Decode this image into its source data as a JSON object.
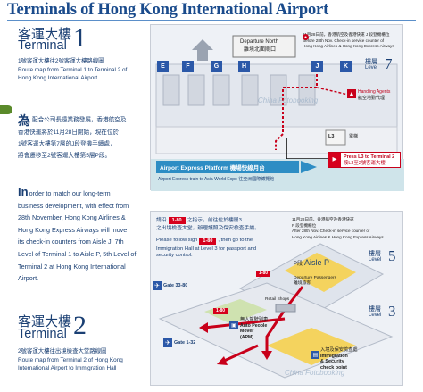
{
  "title": "Terminals of Hong Kong International Airport",
  "t1": {
    "cn_title": "客運大樓",
    "en_title": "Terminal",
    "number": "1",
    "cn_desc": "1號客運大樓往2號客運大樓路線圖",
    "en_desc_1": "Route map from Terminal 1 to Terminal 2 of",
    "en_desc_2": "Hong Kong International Airport"
  },
  "cn_para": {
    "dropcap": "為",
    "lines": [
      "配合公司長遠業務發展，香港航空及",
      "香港快運將於11月28日開始，現在位於",
      "1號客運大樓第7層的J段登機手續處，",
      "將會遷移至2號客運大樓第5層P段。"
    ]
  },
  "en_para": {
    "dropcap": "In",
    "first_rest": " order to match our long-term",
    "lines": [
      "business development, with effect from",
      "28th November, Hong Kong Airlines &",
      "Hong Kong Express Airways will move",
      "its check-in counters from Aisle J, 7th",
      "Level of Terminal 1 to Aisle P, 5th Level of",
      "Terminal 2 at Hong Kong International",
      "Airport."
    ]
  },
  "t2": {
    "cn_title": "客運大樓",
    "en_title": "Terminal",
    "number": "2",
    "cn_desc": "2號客運大樓往出境檢查大堂路線圖",
    "en_desc_1": "Route map from Terminal 2 of Hong Kong",
    "en_desc_2": "International Airport to Immigration Hall"
  },
  "map1": {
    "gates": [
      "E",
      "F",
      "G",
      "H",
      "J",
      "K"
    ],
    "departure_en": "Departure North",
    "departure_cn": "離境北面閘口",
    "note_1": "11月28日前，香港航空及香港快運 J 段登機櫃位",
    "note_2": "Before 28th Nov. Check-in service counter of",
    "note_3": "Hong Kong Airlines & Hong Kong Express Airways",
    "level_cn": "樓層",
    "level_en": "Level",
    "level_num": "7",
    "handling_en": "Handling Agents",
    "handling_cn": "航空地勤代理",
    "watermark": "China Fotobooking",
    "platform_en": "Airport Express Platform",
    "platform_cn": "機場快線月台",
    "platform_sub": "Airport Express train to Asia World Expo 往亞洲國際博覽館",
    "press_en": "Press L3 to Terminal 2",
    "press_cn": "按L3至2號客運大樓",
    "lift_label": "L3",
    "lift_badge": "電梯"
  },
  "map2": {
    "instr_cn_1": "請沿",
    "instr_cn_2": "之指示，前往位於樓層3",
    "instr_cn_3": "之出境檢查大堂，辦理護照及保安檢查手續。",
    "instr_en_1": "Please follow sign",
    "instr_en_2": ", then go to the",
    "instr_en_3": "Immigration Hall at Level 3 for passport and",
    "instr_en_4": "security control.",
    "sign_text": "1-80",
    "note_1": "11月28日前，香港航空及香港快運",
    "note_2": "P 段登機櫃位",
    "note_3": "After 28th Nov. Check-in service counter of",
    "note_4": "Hong Kong Airlines & Hong Kong Express Airways",
    "aisle_p": "Aisle P",
    "aisle_cn": "P段",
    "gate_3380": "Gate 33-80",
    "gate_132": "Gate 1-32",
    "apm_cn": "無人駕駛列車",
    "apm_en_1": "Auto People",
    "apm_en_2": "Mover",
    "apm_en_3": "(APM)",
    "imm_cn": "入境及保安檢查處",
    "imm_en_1": "Immigration",
    "imm_en_2": "& Security",
    "imm_en_3": "check point",
    "pass_en": "Departure Passengers",
    "pass_cn": "離境旅客",
    "retail": "Retail Shops",
    "level_cn": "樓層",
    "level_en": "Level",
    "level5": "5",
    "level3": "3",
    "watermark": "China Fotobooking"
  }
}
